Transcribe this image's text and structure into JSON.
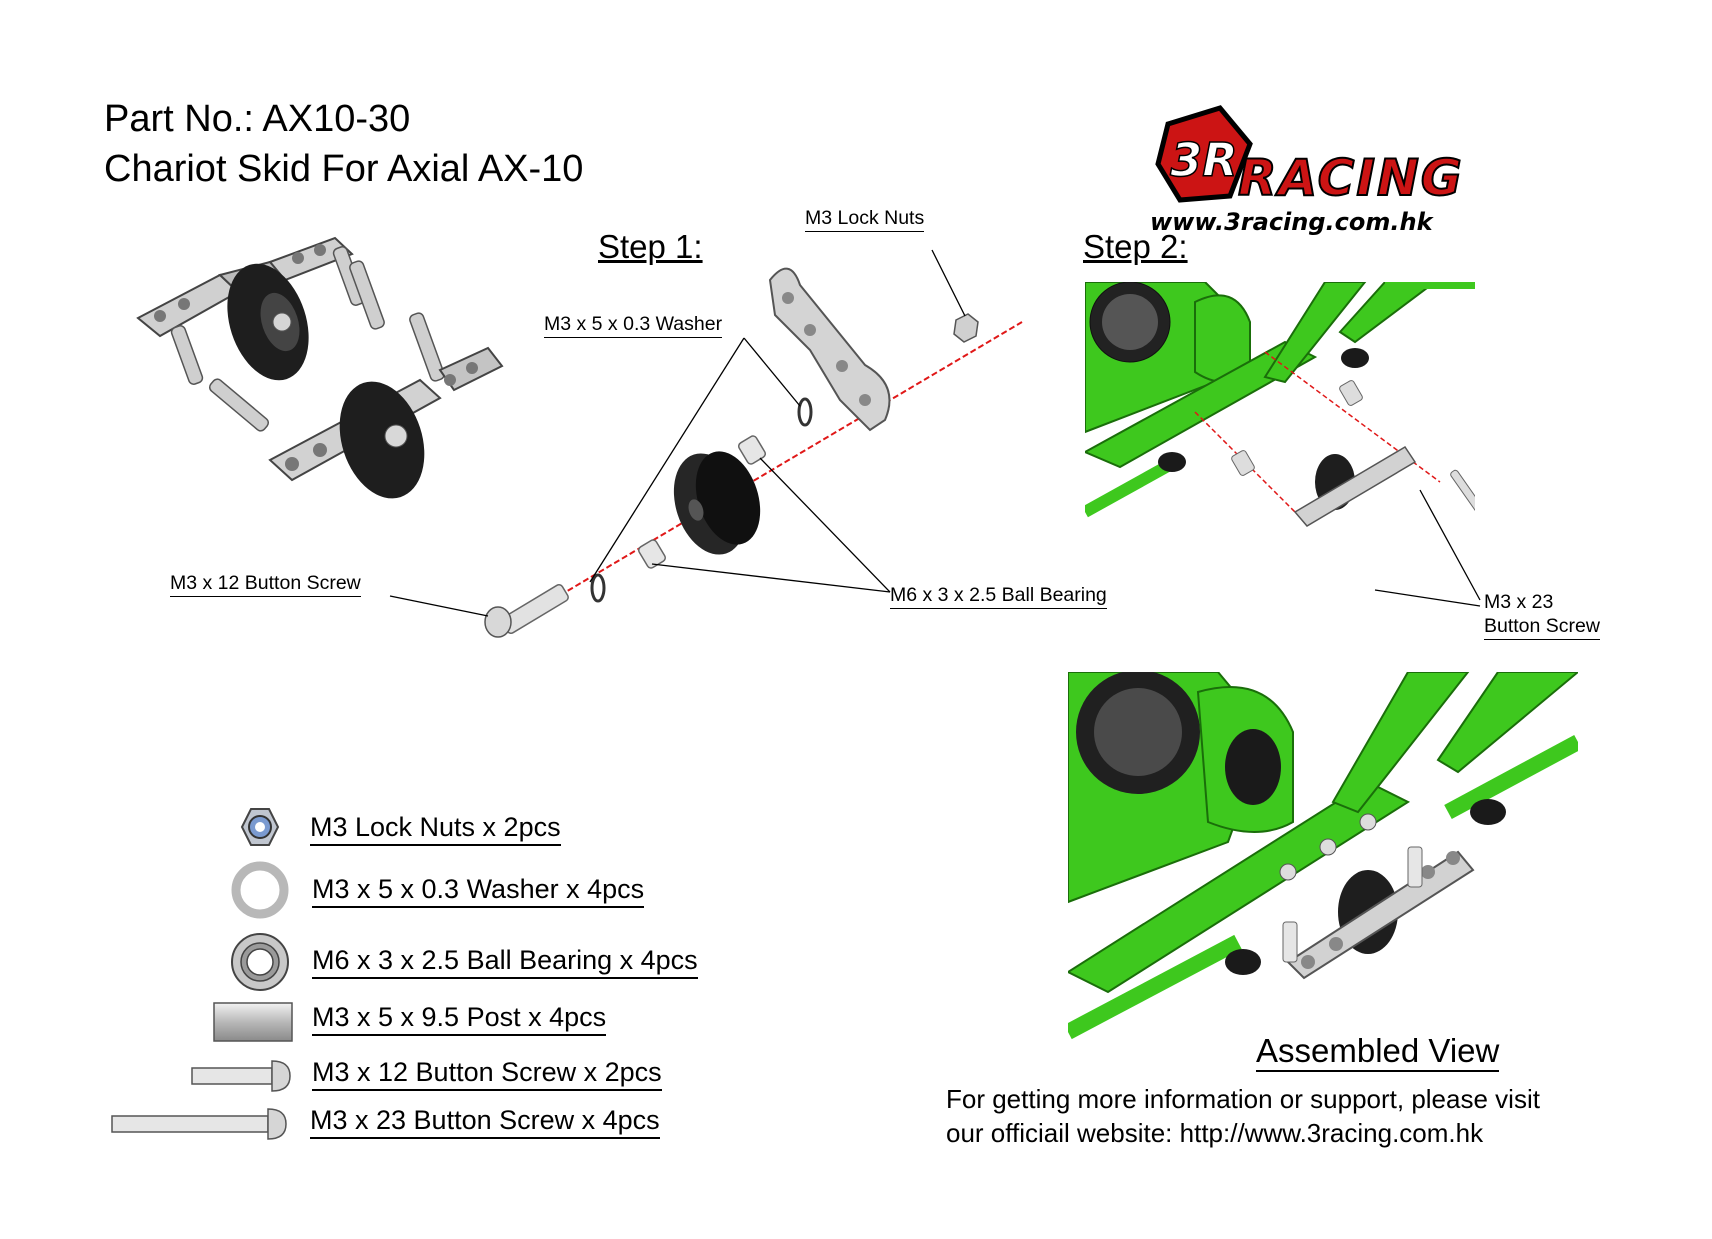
{
  "header": {
    "part_number": "Part No.: AX10-30",
    "product_name": "Chariot Skid For Axial AX-10"
  },
  "logo": {
    "mark": "3R",
    "wordmark": "RACING",
    "url": "www.3racing.com.hk",
    "colors": {
      "red": "#cc1414",
      "black": "#000000"
    }
  },
  "steps": {
    "step1": "Step 1:",
    "step2": "Step 2:"
  },
  "step1_callouts": {
    "lock_nuts": "M3 Lock Nuts",
    "washer": "M3 x 5 x 0.3 Washer",
    "button_screw": "M3 x 12 Button Screw",
    "ball_bearing": "M6 x 3 x 2.5 Ball Bearing"
  },
  "step2_callouts": {
    "button_screw_line1": "M3 x 23",
    "button_screw_line2": "Button Screw"
  },
  "parts_list": [
    {
      "icon": "lock-nut-icon",
      "label": "M3 Lock Nuts x 2pcs"
    },
    {
      "icon": "washer-icon",
      "label": "M3 x 5 x 0.3 Washer x 4pcs"
    },
    {
      "icon": "ball-bearing-icon",
      "label": "M6 x 3 x 2.5 Ball Bearing x 4pcs"
    },
    {
      "icon": "post-icon",
      "label": "M3 x 5 x 9.5 Post x 4pcs"
    },
    {
      "icon": "short-screw-icon",
      "label": "M3 x 12 Button Screw x 2pcs"
    },
    {
      "icon": "long-screw-icon",
      "label": "M3 x 23 Button Screw x 4pcs"
    }
  ],
  "assembled_view": {
    "label": "Assembled View",
    "info_line1": "For getting more information or support, please visit",
    "info_line2": "our officiail website: http://www.3racing.com.hk"
  },
  "colors": {
    "chassis_green": "#3ec81e",
    "axis_red": "#e01818",
    "aluminium": "#c8c8c8",
    "wheel_black": "#202020"
  }
}
